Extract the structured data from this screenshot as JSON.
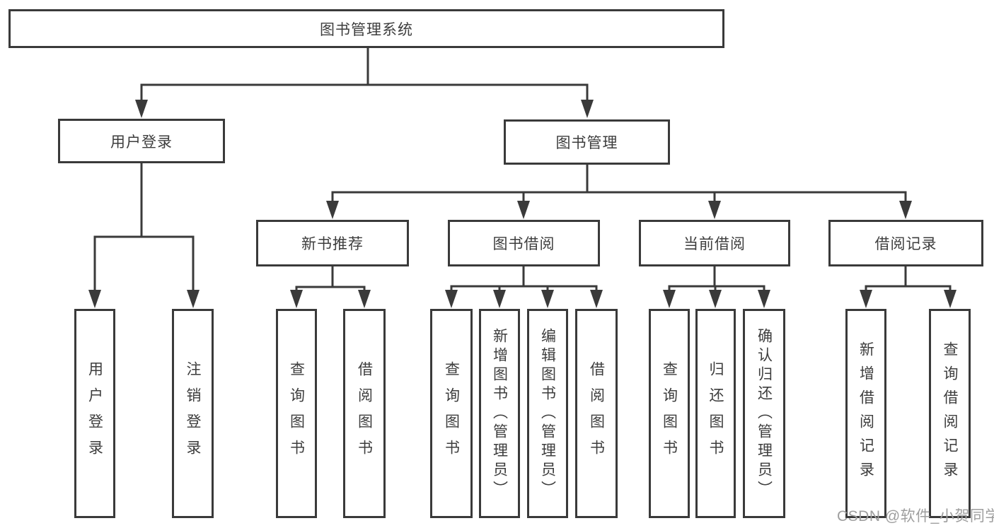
{
  "tree": {
    "label": "图书管理系统",
    "children": [
      {
        "label": "用户登录",
        "children": [
          {
            "label": "用户登录"
          },
          {
            "label": "注销登录"
          }
        ]
      },
      {
        "label": "图书管理",
        "children": [
          {
            "label": "新书推荐",
            "children": [
              {
                "label": "查询图书"
              },
              {
                "label": "借阅图书"
              }
            ]
          },
          {
            "label": "图书借阅",
            "children": [
              {
                "label": "查询图书"
              },
              {
                "label": "新增图书（管理员）"
              },
              {
                "label": "编辑图书（管理员）"
              },
              {
                "label": "借阅图书"
              }
            ]
          },
          {
            "label": "当前借阅",
            "children": [
              {
                "label": "查询图书"
              },
              {
                "label": "归还图书"
              },
              {
                "label": "确认归还（管理员）"
              }
            ]
          },
          {
            "label": "借阅记录",
            "children": [
              {
                "label": "新增借阅记录"
              },
              {
                "label": "查询借阅记录"
              }
            ]
          }
        ]
      }
    ]
  },
  "watermark": {
    "text": "CSDN @软件_小贺同学"
  },
  "colors": {
    "line": "#3a3a3a",
    "box_border": "#3a3a3a",
    "text": "#3d3d3d",
    "watermark": "#9e9e9e",
    "background": "#ffffff"
  }
}
